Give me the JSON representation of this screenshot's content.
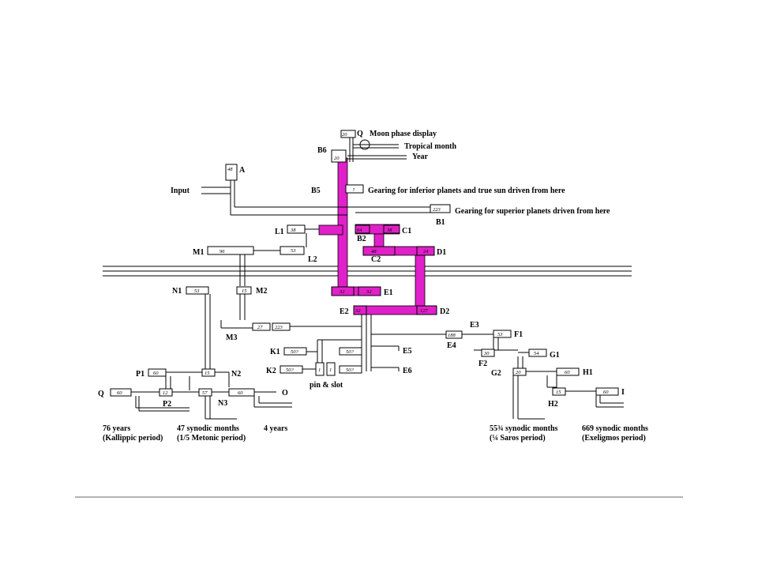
{
  "title_labels": {
    "moon_phase": "Moon phase display",
    "tropical_month": "Tropical month",
    "year": "Year",
    "input": "Input",
    "inferior": "Gearing for inferior planets and true sun driven from here",
    "superior": "Gearing for superior planets driven from here",
    "pin_slot": "pin & slot"
  },
  "gears": {
    "Q": "Q",
    "B6": "B6",
    "A": "A",
    "B5": "B5",
    "B1": "B1",
    "L1": "L1",
    "B2": "B2",
    "C1": "C1",
    "M1": "M1",
    "L2": "L2",
    "C2": "C2",
    "D1": "D1",
    "N1": "N1",
    "M2": "M2",
    "E1": "E1",
    "E2": "E2",
    "D2": "D2",
    "E3": "E3",
    "M3": "M3",
    "F1": "F1",
    "E4": "E4",
    "K1": "K1",
    "E5": "E5",
    "G1": "G1",
    "F2": "F2",
    "K2": "K2",
    "E6": "E6",
    "G2": "G2",
    "H1": "H1",
    "P1": "P1",
    "N2": "N2",
    "Qb": "Q",
    "O": "O",
    "I": "I",
    "P2": "P2",
    "N3": "N3",
    "H2": "H2"
  },
  "teeth": {
    "q": "20",
    "b6": "20",
    "a": "48",
    "b5": "?",
    "b1": "223",
    "l1": "38",
    "b2": "64",
    "c1": "38",
    "m1": "96",
    "l2": "53",
    "c2": "48",
    "d1": "24",
    "n1": "53",
    "m2": "15",
    "e1a": "32",
    "e1b": "32",
    "e2": "32",
    "d2": "127",
    "m3a": "27",
    "m3b": "223",
    "e3": "188",
    "f1": "53",
    "k1": "50?",
    "e5": "50?",
    "f2": "30",
    "g1": "54",
    "k2": "50?",
    "p1": "1",
    "p2": "1",
    "e6": "50?",
    "g2": "20",
    "h1": "60",
    "p1b": "60",
    "n2": "15",
    "h2": "15",
    "i": "60",
    "q2": "60",
    "p2b": "12",
    "n3": "57",
    "o": "60"
  },
  "outputs": {
    "kallippic_a": "76 years",
    "kallippic_b": "(Kallippic period)",
    "metonic_a": "47 synodic months",
    "metonic_b": "(1/5 Metonic period)",
    "four_years": "4 years",
    "saros_a": "55¾ synodic months",
    "saros_b": "(¼ Saros period)",
    "exeligmos_a": "669 synodic months",
    "exeligmos_b": "(Exeligmos period)"
  },
  "colors": {
    "highlight": "#e020c8",
    "line": "#000000"
  }
}
